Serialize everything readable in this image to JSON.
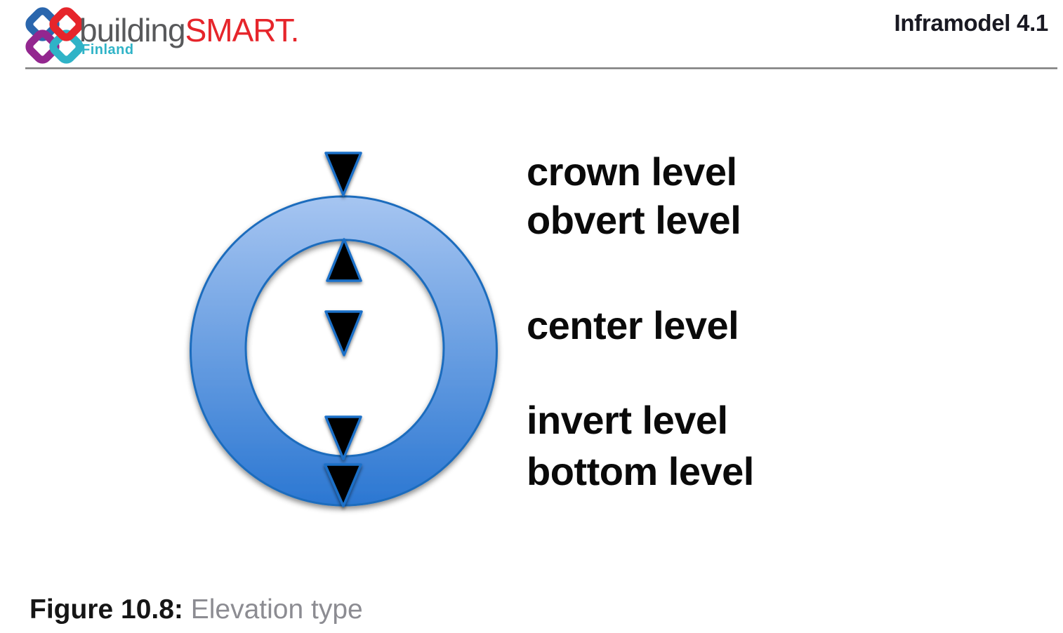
{
  "header": {
    "logo": {
      "text_building": "building",
      "text_smart": "SMART.",
      "text_country": "Finland",
      "colors": {
        "blue": "#2a66ad",
        "red": "#e6252b",
        "purple": "#93278f",
        "teal": "#2fb3c7",
        "building_gray": "#58595b"
      }
    },
    "document_title": "Inframodel 4.1"
  },
  "diagram": {
    "description": "Pipe cross-section showing elevation reference levels",
    "labels": [
      {
        "id": "crown",
        "text": "crown level"
      },
      {
        "id": "obvert",
        "text": "obvert level"
      },
      {
        "id": "center",
        "text": "center level"
      },
      {
        "id": "invert",
        "text": "invert level"
      },
      {
        "id": "bottom",
        "text": "bottom level"
      }
    ],
    "colors": {
      "ring_top": "#a6c5f1",
      "ring_bottom": "#2b77d2",
      "ring_stroke": "#1c6cbd",
      "marker_fill": "#060606",
      "marker_stroke": "#1a70c8"
    }
  },
  "caption": {
    "label": "Figure 10.8:",
    "text": "Elevation type"
  }
}
